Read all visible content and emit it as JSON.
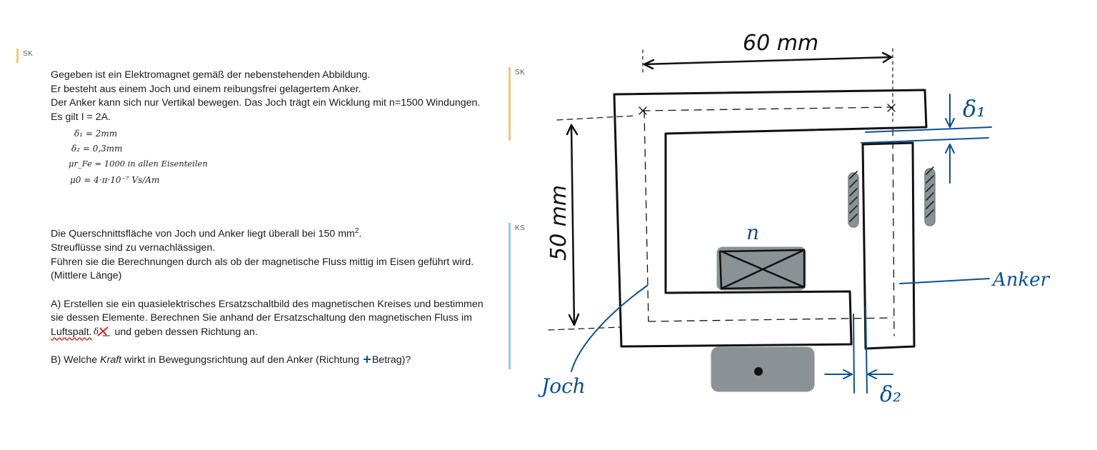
{
  "comments": [
    {
      "label": "SK"
    },
    {
      "label": "SK"
    },
    {
      "label": "KS"
    }
  ],
  "intro": {
    "line1": "Gegeben ist ein Elektromagnet gemäß der nebenstehenden Abbildung.",
    "line2": "Er besteht aus einem Joch und einem reibungsfrei gelagertem Anker.",
    "line3": "Der Anker kann sich nur Vertikal bewegen. Das Joch trägt ein Wicklung mit n=1500 Windungen.",
    "line4": "Es gilt I = 2A."
  },
  "given": {
    "d1": "δ₁ = 2mm",
    "d2": "δ₂ = 0,3mm",
    "mur": "μr_Fe = 1000 in allen Eisenteilen",
    "mu0": "μ0 = 4·π·10⁻⁷ Vs/Am"
  },
  "section2": {
    "line1": "Die Querschnittsfläche von Joch und Anker liegt überall bei 150 mm",
    "sup": "2",
    "line1_end": ".",
    "line2": "Streuflüsse sind zu vernachlässigen.",
    "line3": "Führen sie die Berechnungen durch als ob der magnetische Fluss mittig im Eisen geführt wird.(Mittlere Länge)"
  },
  "question_a": {
    "part1": "A) Erstellen sie ein quasielektrisches Ersatzschaltbild des magnetischen Kreises und bestimmen sie dessen Elemente. Berechnen Sie anhand der Ersatzschaltung den magnetischen Fluss im ",
    "underlined": "Luftspalt.",
    "part2": " und geben dessen Richtung an."
  },
  "question_b": {
    "part1": "B) Welche ",
    "italic": "Kraft",
    "part2": " wirkt in Bewegungsrichtung auf den Anker (Richtung ",
    "part3": "Betrag)?"
  },
  "figure": {
    "width_label": "60 mm",
    "height_label": "50 mm",
    "d1_label": "δ₁",
    "d2_label": "δ₂",
    "coil_label": "n",
    "anker_label": "Anker",
    "joch_label": "Joch"
  },
  "colors": {
    "ink": "#111111",
    "annotation_blue": "#0a4f9a",
    "coil_gray": "#8a9295",
    "hatch_gray": "#7b7f80"
  }
}
